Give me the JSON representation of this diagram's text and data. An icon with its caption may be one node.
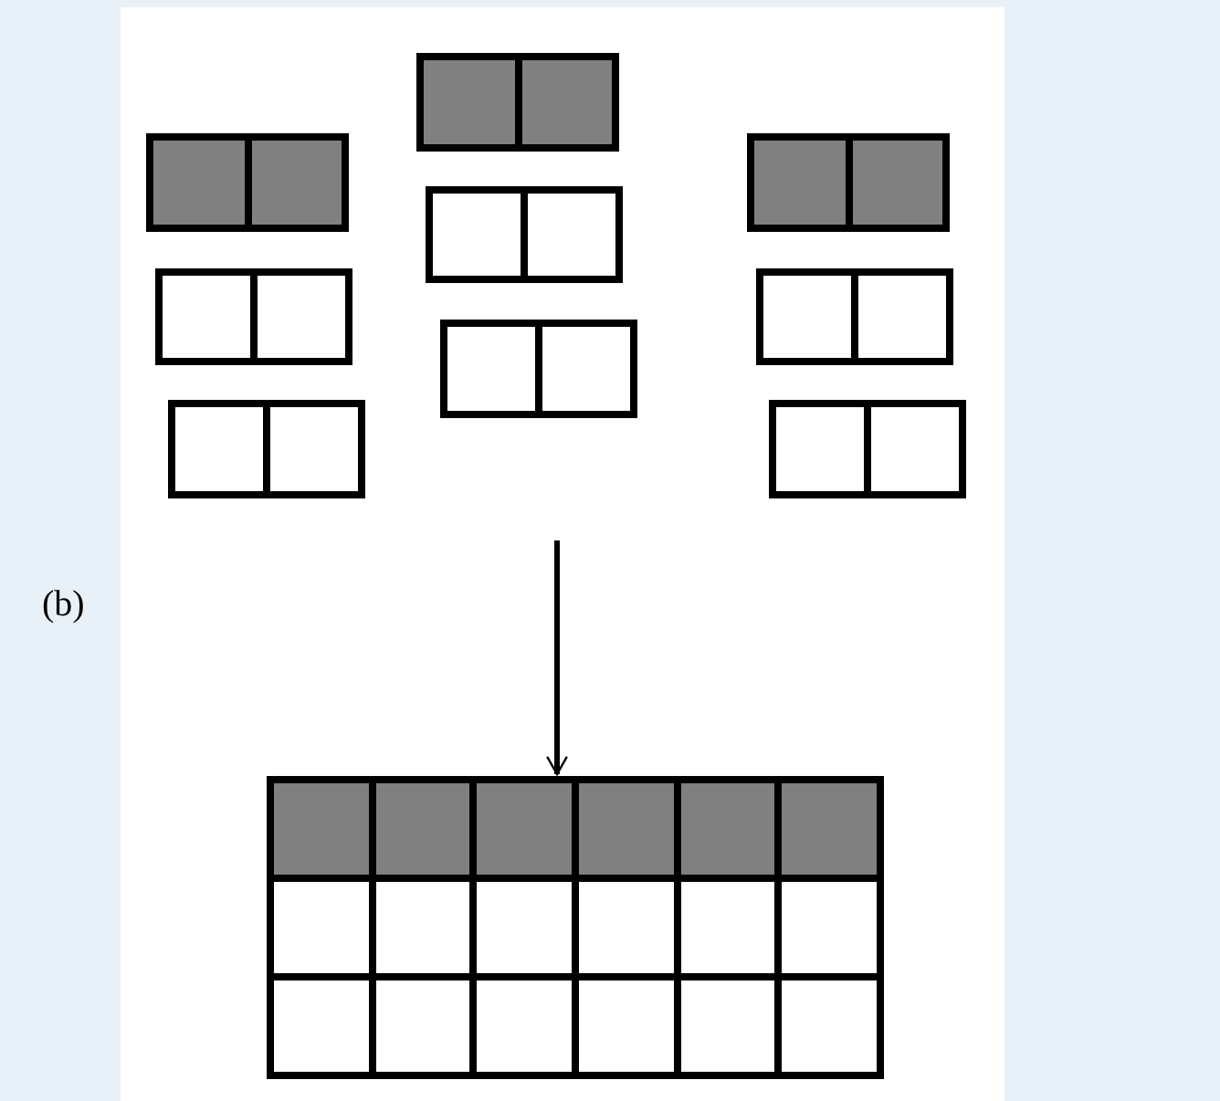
{
  "diagram": {
    "nodes": [
      {
        "text": [],
        "shape": "box"
      },
      {
        "text": [],
        "shape": "box"
      },
      {
        "text": [],
        "shape": "box"
      },
      {
        "text": [],
        "shape": "box"
      },
      {
        "text": [],
        "shape": "box"
      },
      {
        "text": [],
        "shape": "box"
      },
      {
        "text": [],
        "shape": "box"
      },
      {
        "text": [],
        "shape": "box"
      },
      {
        "text": [],
        "shape": "box"
      },
      {
        "text": [],
        "shape": "grid"
      }
    ],
    "edges": [
      {
        "from": null,
        "to": 9,
        "arrow": "to"
      }
    ],
    "labels": [
      "(b)"
    ]
  }
}
